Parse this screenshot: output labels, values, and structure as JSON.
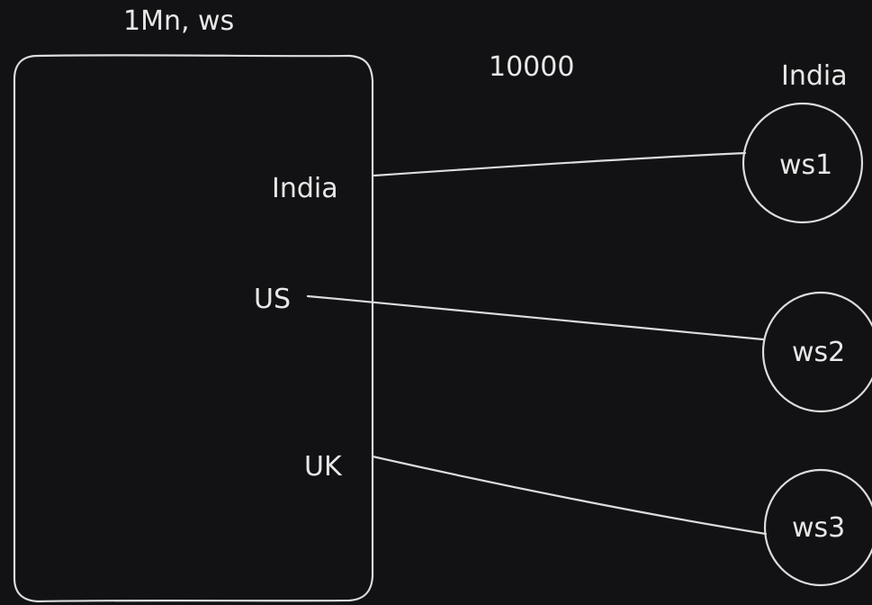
{
  "canvas": {
    "background": "#121214",
    "stroke_color": "#dcdcdc",
    "text_color": "#e7e7e7"
  },
  "diagram": {
    "top_label": "1Mn, ws",
    "count_label": "10000",
    "region_heading": "India",
    "regions": [
      {
        "label": "India",
        "server": "ws1"
      },
      {
        "label": "US",
        "server": "ws2"
      },
      {
        "label": "UK",
        "server": "ws3"
      }
    ]
  }
}
